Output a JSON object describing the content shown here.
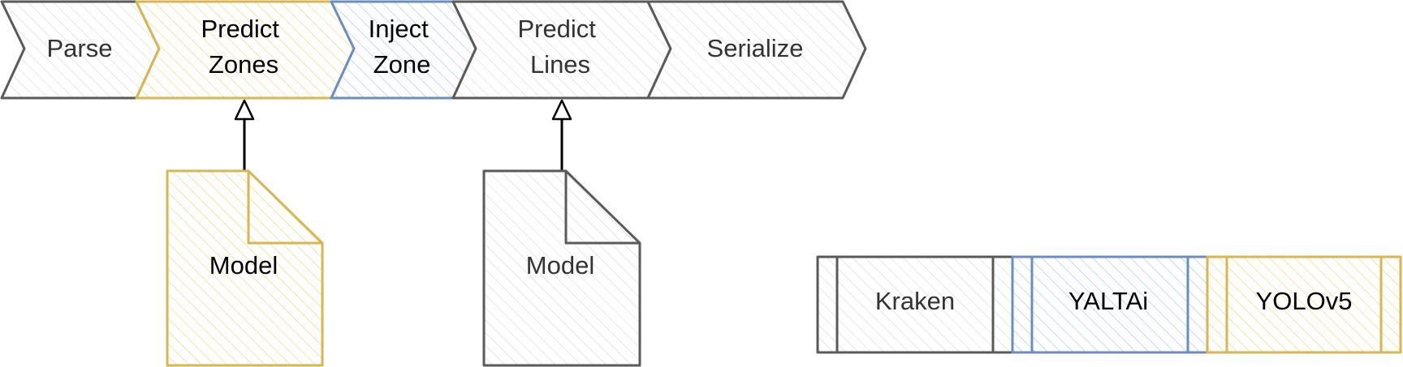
{
  "colors": {
    "gray_stroke": "#5a5a5a",
    "gray_fill": "#dcdcdc",
    "yellow_stroke": "#d6b656",
    "yellow_fill": "#f5dd91",
    "blue_stroke": "#6c8ebf",
    "blue_fill": "#b9d0f0",
    "arrow": "#000000"
  },
  "pipeline": {
    "steps": [
      {
        "lines": [
          "Parse"
        ],
        "color": "gray"
      },
      {
        "lines": [
          "Predict",
          "Zones"
        ],
        "color": "yellow"
      },
      {
        "lines": [
          "Inject",
          "Zone"
        ],
        "color": "blue"
      },
      {
        "lines": [
          "Predict",
          "Lines"
        ],
        "color": "gray"
      },
      {
        "lines": [
          "Serialize"
        ],
        "color": "gray"
      }
    ]
  },
  "models": [
    {
      "label": "Model",
      "color": "yellow"
    },
    {
      "label": "Model",
      "color": "gray"
    }
  ],
  "legend": [
    {
      "label": "Kraken",
      "color": "gray"
    },
    {
      "label": "YALTAi",
      "color": "blue"
    },
    {
      "label": "YOLOv5",
      "color": "yellow"
    }
  ]
}
